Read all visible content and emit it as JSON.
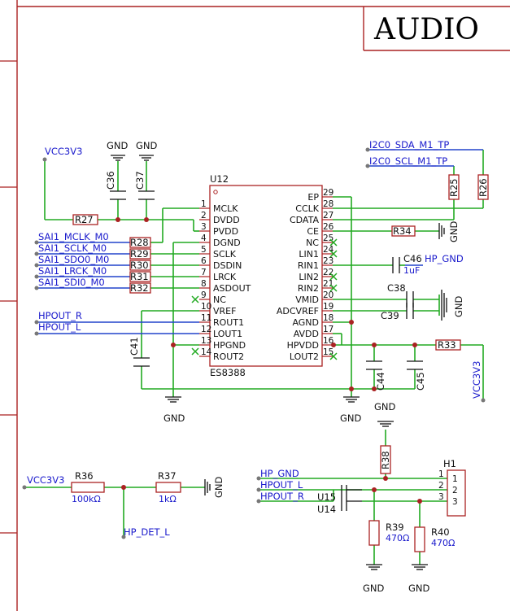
{
  "title": "AUDIO",
  "u12": {
    "ref": "U12",
    "name": "ES8388",
    "left_pins": [
      {
        "num": "1",
        "name": "MCLK"
      },
      {
        "num": "2",
        "name": "DVDD"
      },
      {
        "num": "3",
        "name": "PVDD"
      },
      {
        "num": "4",
        "name": "DGND"
      },
      {
        "num": "5",
        "name": "SCLK"
      },
      {
        "num": "6",
        "name": "DSDIN"
      },
      {
        "num": "7",
        "name": "LRCK"
      },
      {
        "num": "8",
        "name": "ASDOUT"
      },
      {
        "num": "9",
        "name": "NC"
      },
      {
        "num": "10",
        "name": "VREF"
      },
      {
        "num": "11",
        "name": "ROUT1"
      },
      {
        "num": "12",
        "name": "LOUT1"
      },
      {
        "num": "13",
        "name": "HPGND"
      },
      {
        "num": "14",
        "name": "ROUT2"
      }
    ],
    "right_pins": [
      {
        "num": "29",
        "name": "EP"
      },
      {
        "num": "28",
        "name": "CCLK"
      },
      {
        "num": "27",
        "name": "CDATA"
      },
      {
        "num": "26",
        "name": "CE"
      },
      {
        "num": "25",
        "name": "NC"
      },
      {
        "num": "24",
        "name": "LIN1"
      },
      {
        "num": "23",
        "name": "RIN1"
      },
      {
        "num": "22",
        "name": "LIN2"
      },
      {
        "num": "21",
        "name": "RIN2"
      },
      {
        "num": "20",
        "name": "VMID"
      },
      {
        "num": "19",
        "name": "ADCVREF"
      },
      {
        "num": "18",
        "name": "AGND"
      },
      {
        "num": "17",
        "name": "AVDD"
      },
      {
        "num": "16",
        "name": "HPVDD"
      },
      {
        "num": "15",
        "name": "LOUT2"
      }
    ]
  },
  "nets": {
    "vcc_top": "VCC3V3",
    "gnd_c36": "GND",
    "gnd_c37": "GND",
    "i2c_sda": "I2C0_SDA_M1_TP",
    "i2c_scl": "I2C0_SCL_M1_TP",
    "sai_mclk": "SAI1_MCLK_M0",
    "sai_sclk": "SAI1_SCLK_M0",
    "sai_sdo": "SAI1_SDO0_M0",
    "sai_lrck": "SAI1_LRCK_M0",
    "sai_sdi": "SAI1_SDI0_M0",
    "hpout_r": "HPOUT_R",
    "hpout_l": "HPOUT_L",
    "gnd_ce": "GND",
    "hp_gnd_rin": "HP_GND",
    "gnd_vmid": "GND",
    "vcc_right": "VCC3V3",
    "gnd_bottom_left": "GND",
    "gnd_bottom_mid": "GND",
    "gnd_r38": "GND",
    "vcc_det": "VCC3V3",
    "gnd_r37": "GND",
    "hp_det": "HP_DET_L",
    "hp_gnd_bottom": "HP_GND",
    "hpout_l_bottom": "HPOUT_L",
    "hpout_r_bottom": "HPOUT_R",
    "gnd_r39": "GND",
    "gnd_r40": "GND"
  },
  "components": {
    "c36": "C36",
    "c37": "C37",
    "r25": "R25",
    "r26": "R26",
    "r27": "R27",
    "r28": "R28",
    "r29": "R29",
    "r30": "R30",
    "r31": "R31",
    "r32": "R32",
    "r33": "R33",
    "r34": "R34",
    "c38": "C38",
    "c39": "C39",
    "c41": "C41",
    "c44": "C44",
    "c45": "C45",
    "c46": "C46",
    "c46_value": "1uF",
    "r36": "R36",
    "r36_value": "100kΩ",
    "r37": "R37",
    "r37_value": "1kΩ",
    "r38": "R38",
    "r39": "R39",
    "r39_value": "470Ω",
    "r40": "R40",
    "r40_value": "470Ω",
    "u15": "U15",
    "u14": "U14",
    "h1": "H1",
    "h1_pins": [
      "1",
      "2",
      "3"
    ],
    "h1_pin_numbers": [
      "1",
      "2",
      "3"
    ]
  }
}
